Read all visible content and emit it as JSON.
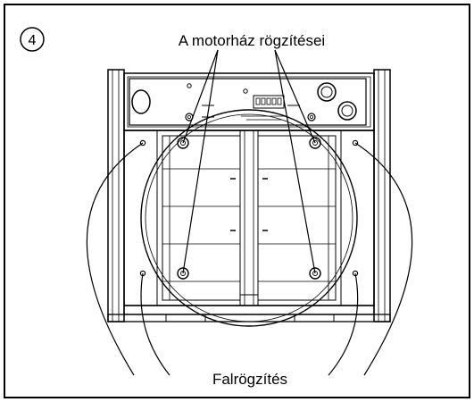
{
  "step_number": "4",
  "labels": {
    "top": "A motorház rögzítései",
    "bottom": "Falrögzítés"
  },
  "colors": {
    "line": "#000000",
    "background": "#ffffff"
  }
}
